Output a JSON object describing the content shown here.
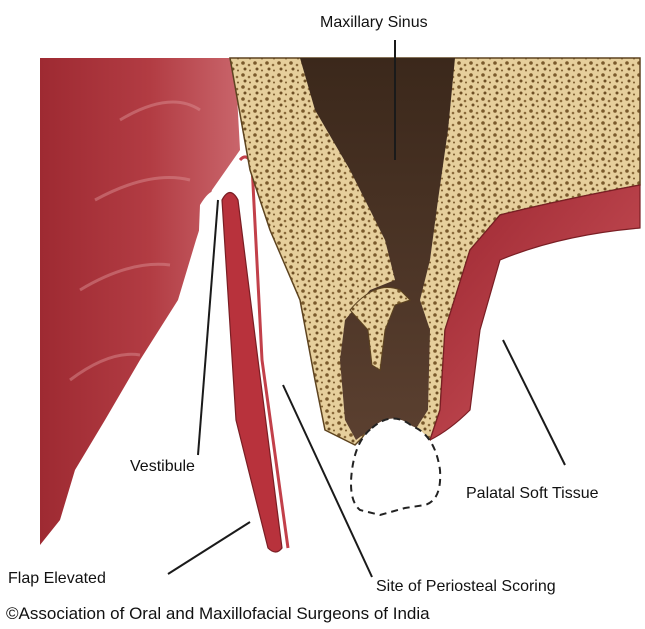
{
  "labels": {
    "maxillary_sinus": "Maxillary Sinus",
    "vestibule": "Vestibule",
    "palatal_soft_tissue": "Palatal Soft Tissue",
    "flap_elevated": "Flap Elevated",
    "site_of_periosteal_scoring": "Site of Periosteal Scoring"
  },
  "copyright": "©Association of Oral and Maxillofacial Surgeons of India",
  "colors": {
    "soft_tissue": "#a8333a",
    "soft_tissue_light": "#c9656b",
    "bone": "#e6cf9c",
    "bone_pores": "#7a5a2c",
    "sinus": "#4a3323",
    "mucosa": "#b8323c",
    "leader_line": "#1a1a1a"
  }
}
